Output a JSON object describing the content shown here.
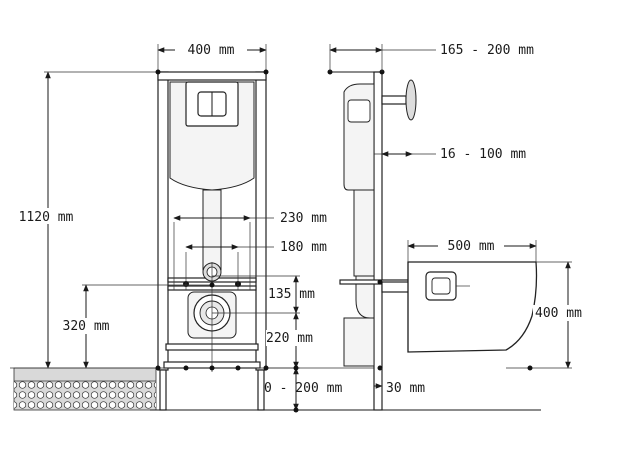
{
  "labels": {
    "frame_width": "400 mm",
    "frame_height": "1120 mm",
    "bolt_spacing_outer": "230 mm",
    "bolt_spacing_inner": "180 mm",
    "inlet_offset": "135 mm",
    "drain_height": "320 mm",
    "drain_offset": "220 mm",
    "floor_adjust": "0 - 200 mm",
    "depth_range": "165 - 200 mm",
    "panel_range": "16 - 100 mm",
    "bowl_length": "500 mm",
    "bowl_height": "400 mm",
    "wall_gap": "30 mm"
  }
}
